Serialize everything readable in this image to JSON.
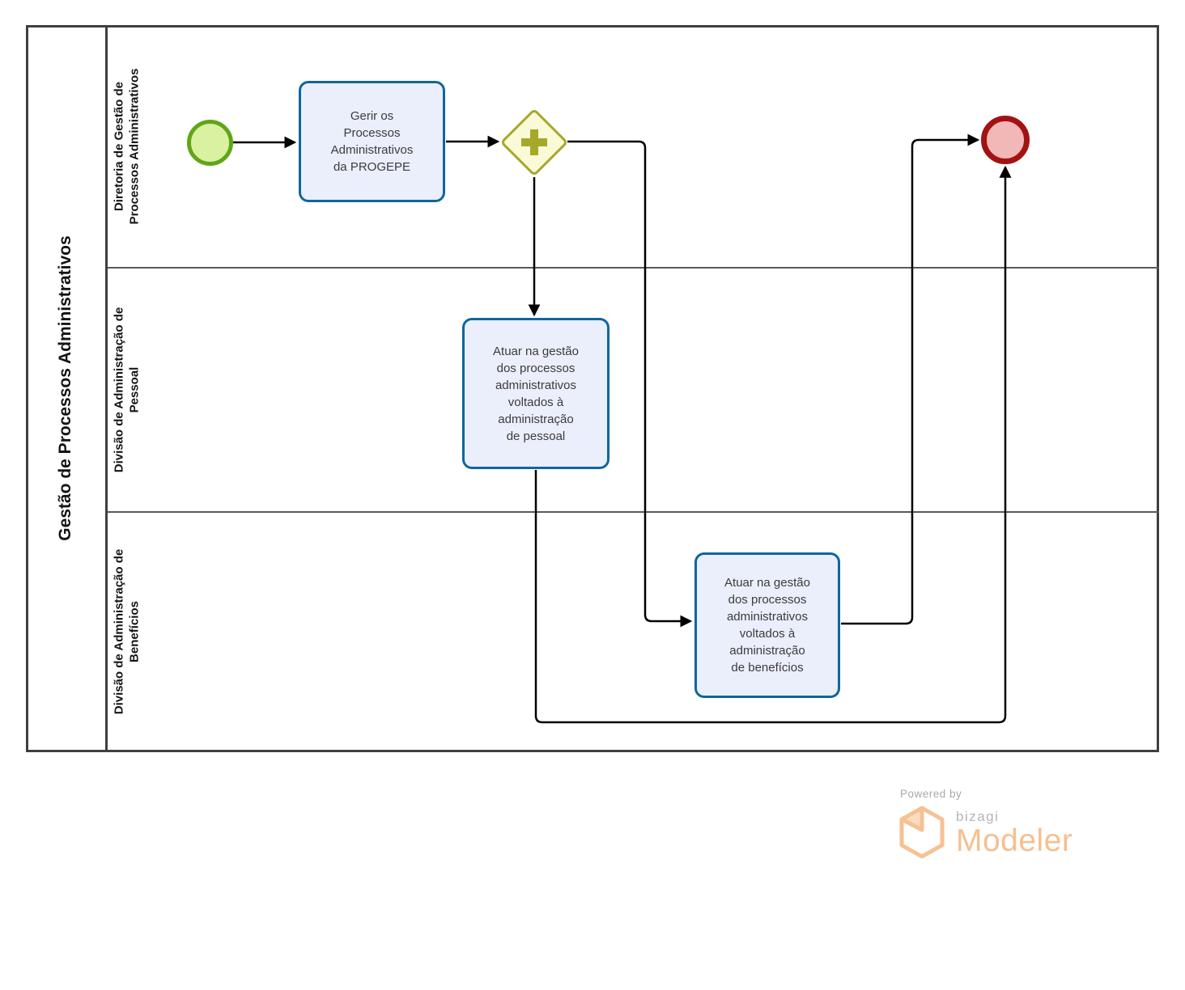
{
  "pool": {
    "title": "Gestão de Processos Administrativos",
    "lanes": [
      {
        "label": "Diretoria de Gestão de\nProcessos Administrativos"
      },
      {
        "label": "Divisão de Administração de\nPessoal"
      },
      {
        "label": "Divisão de Administração de\nBenefícios"
      }
    ]
  },
  "nodes": {
    "start_event": {
      "type": "start-event"
    },
    "task_gerir": {
      "label": "Gerir os\nProcessos\nAdministrativos\nda PROGEPE"
    },
    "gateway": {
      "type": "parallel-gateway"
    },
    "task_pessoal": {
      "label": "Atuar na gestão\ndos processos\nadministrativos\nvoltados à\nadministração\nde pessoal"
    },
    "task_beneficios": {
      "label": "Atuar na gestão\ndos processos\nadministrativos\nvoltados à\nadministração\nde benefícios"
    },
    "end_event": {
      "type": "end-event"
    }
  },
  "watermark": {
    "powered_by": "Powered by",
    "brand": "bizagi",
    "product": "Modeler"
  },
  "colors": {
    "pool_border": "#3f3f3f",
    "lane_border": "#5a5a5a",
    "task_fill": "#EBEEFB",
    "task_border": "#10669B",
    "start_fill": "#D9F1A1",
    "start_border": "#61A617",
    "gateway_fill": "#FAFAD7",
    "gateway_border": "#A6A82C",
    "end_fill": "#F2B8B8",
    "end_border": "#A31212",
    "flow_color": "#000000",
    "wm_orange": "#F6BF90"
  }
}
